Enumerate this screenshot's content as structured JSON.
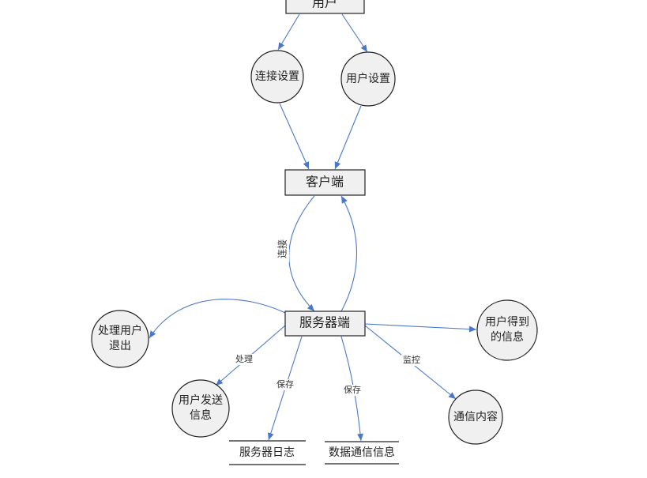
{
  "diagram": {
    "entities": {
      "user": "用户",
      "client": "客户端",
      "server": "服务器端"
    },
    "processes": {
      "connection_settings": "连接设置",
      "user_settings": "用户设置",
      "handle_user_exit_line1": "处理用户",
      "handle_user_exit_line2": "退出",
      "user_received_info_line1": "用户得到",
      "user_received_info_line2": "的信息",
      "user_sent_info_line1": "用户发送",
      "user_sent_info_line2": "信息",
      "communication_content": "通信内容"
    },
    "stores": {
      "server_log": "服务器日志",
      "comm_data": "数据通信信息"
    },
    "edge_labels": {
      "connect": "连接",
      "handle": "处理",
      "save_log": "保存",
      "save_data": "保存",
      "monitor": "监控"
    },
    "colors": {
      "edge": "#4a78c8",
      "node_fill": "#f0f0f0"
    }
  }
}
